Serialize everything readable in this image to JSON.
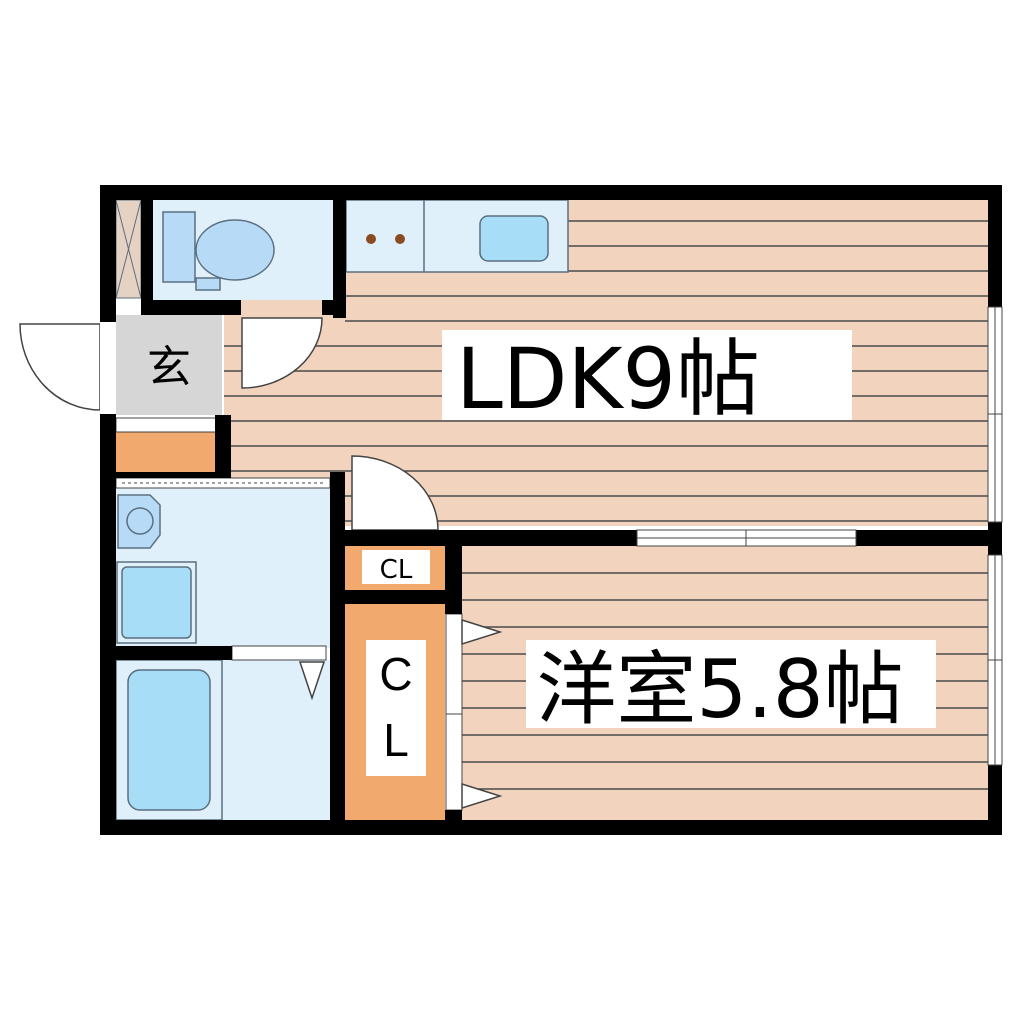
{
  "rooms": {
    "ldk": {
      "label": "LDK9帖"
    },
    "western": {
      "label": "洋室5.8帖"
    },
    "entrance": {
      "label": "玄"
    },
    "closet_small": {
      "label": "CL"
    },
    "closet_tall": {
      "label_line1": "C",
      "label_line2": "L"
    }
  },
  "colors": {
    "wall": "#000000",
    "floor_wood": "#f2d3bd",
    "floor_line": "#4a4a4a",
    "wet_area": "#dff0fb",
    "fixture": "#a8ddf7",
    "fixture_edge": "#5b6f80",
    "toilet": "#b7dbf7",
    "entrance_floor": "#d6d6d6",
    "closet": "#f1a96e",
    "window": "#ffffff"
  }
}
